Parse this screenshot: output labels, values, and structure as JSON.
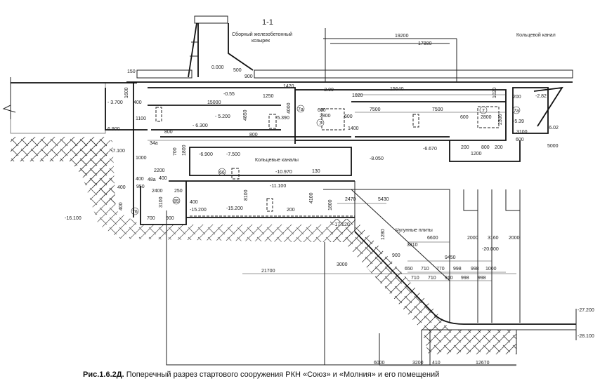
{
  "section_label": "1-1",
  "callouts": {
    "canopy_line1": "Сборный железобетонный",
    "canopy_line2": "козырек",
    "ring_channel": "Кольцевой канал",
    "ring_channels": "Кольцевые каналы",
    "cast_iron_plates": "Чугунные плиты"
  },
  "elevations": [
    "0.000",
    "-0.55",
    "-2.00",
    "-2.82",
    "- 3.700",
    "- 5.200",
    "-5.390",
    "-5.39",
    "-6.02",
    "- 6.300",
    "6.900",
    "-6.670",
    "-6.900",
    "-7.100",
    "-7.500",
    "-8.050",
    "-10.970",
    "-11.100",
    "-15.200",
    "-15.200",
    "-16.100",
    "-17.120",
    "-20.000",
    "-27.200",
    "-28.100"
  ],
  "dimensions": [
    "19200",
    "17880",
    "15640",
    "15000",
    "1250",
    "1420",
    "150",
    "500",
    "900",
    "1020",
    "1020",
    "7500",
    "7500",
    "600",
    "2800",
    "600",
    "2800",
    "600",
    "1400",
    "4850",
    "4000",
    "1600",
    "400",
    "1100",
    "800",
    "800",
    "200",
    "2300",
    "3100",
    "600",
    "5000",
    "200",
    "800",
    "200",
    "1200",
    "1000",
    "700",
    "1800",
    "2200",
    "400",
    "400",
    "950",
    "400",
    "2400",
    "250",
    "3100",
    "400",
    "700",
    "900",
    "400",
    "200",
    "8100",
    "4100",
    "1800",
    "130",
    "21700",
    "2470",
    "5430",
    "1280",
    "3000",
    "6600",
    "2000",
    "3160",
    "2000",
    "3810",
    "9450",
    "900",
    "650",
    "710",
    "770",
    "998",
    "998",
    "1000",
    "710",
    "710",
    "910",
    "998",
    "998",
    "6000",
    "3200",
    "410",
    "12670"
  ],
  "room_numbers": [
    "7a",
    "7",
    "7",
    "7a",
    "34a",
    "66",
    "48a",
    "85",
    "76"
  ],
  "caption": {
    "figure_number": "Рис.1.6.2Д.",
    "text": "Поперечный разрез стартового сооружения РКН «Союз» и «Молния» и его помещений"
  }
}
